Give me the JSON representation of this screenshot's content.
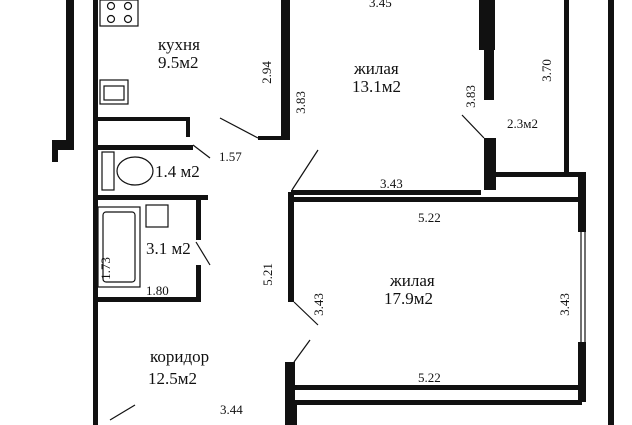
{
  "rooms": {
    "kitchen": {
      "name": "кухня",
      "area": "9.5м2"
    },
    "living1": {
      "name": "жилая",
      "area": "13.1м2"
    },
    "living2": {
      "name": "жилая",
      "area": "17.9м2"
    },
    "corridor": {
      "name": "коридор",
      "area": "12.5м2"
    },
    "toilet": {
      "area": "1.4 м2"
    },
    "bathroom": {
      "area": "3.1 м2"
    },
    "balcony": {
      "area": "2.3м2"
    }
  },
  "dimensions": {
    "top_345": "3.45",
    "kitchen_side": "2.94",
    "living1_left": "3.83",
    "living1_right": "3.83",
    "balcony_height": "3.70",
    "toilet_width": "1.57",
    "living1_bottom": "3.43",
    "living2_top": "5.22",
    "living2_left": "5.21",
    "living2_left_inner": "3.43",
    "living2_right": "3.43",
    "living2_bottom": "5.22",
    "bath_height": "1.73",
    "bath_width": "1.80",
    "corridor_bottom": "3.44"
  }
}
